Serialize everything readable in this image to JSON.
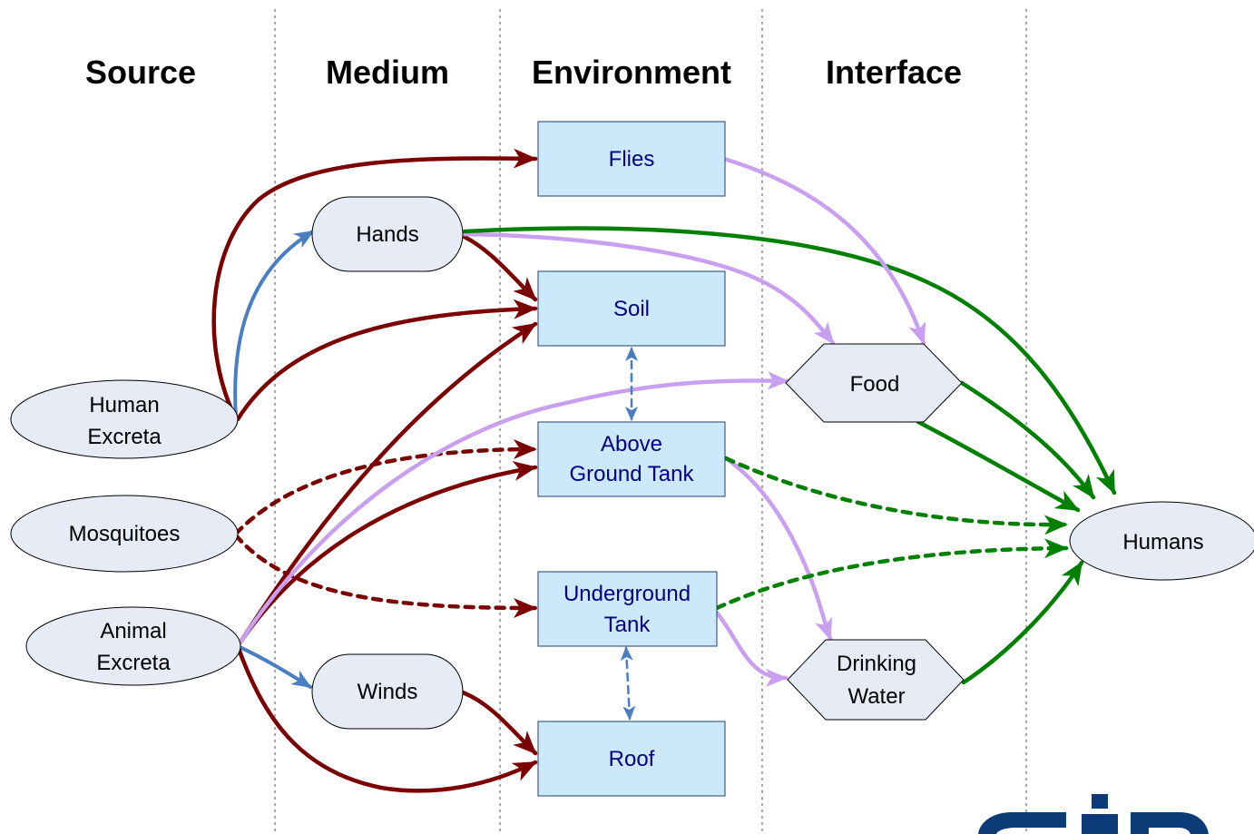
{
  "headers": {
    "source": "Source",
    "medium": "Medium",
    "environment": "Environment",
    "interface": "Interface"
  },
  "nodes": {
    "human_excreta": [
      "Human",
      "Excreta"
    ],
    "mosquitoes": [
      "Mosquitoes"
    ],
    "animal_excreta": [
      "Animal",
      "Excreta"
    ],
    "hands": [
      "Hands"
    ],
    "winds": [
      "Winds"
    ],
    "flies": [
      "Flies"
    ],
    "soil": [
      "Soil"
    ],
    "above_ground_tank": [
      "Above",
      "Ground Tank"
    ],
    "underground_tank": [
      "Underground",
      "Tank"
    ],
    "roof": [
      "Roof"
    ],
    "food": [
      "Food"
    ],
    "drinking_water": [
      "Drinking",
      "Water"
    ],
    "humans": [
      "Humans"
    ]
  },
  "colors": {
    "contamination": "#7b0000",
    "transfer": "#4a7ec2",
    "food_water": "#c9a0f0",
    "exposure": "#008000",
    "box_fill": "#cce8fb",
    "oval_fill": "#e6ebf6",
    "logo": "#0d3b78"
  },
  "edges": [
    {
      "from": "human_excreta",
      "to": "flies",
      "color": "contamination",
      "style": "solid"
    },
    {
      "from": "human_excreta",
      "to": "hands",
      "color": "transfer",
      "style": "solid"
    },
    {
      "from": "human_excreta",
      "to": "soil",
      "color": "contamination",
      "style": "solid"
    },
    {
      "from": "hands",
      "to": "soil",
      "color": "contamination",
      "style": "solid"
    },
    {
      "from": "hands",
      "to": "food",
      "color": "food_water",
      "style": "solid"
    },
    {
      "from": "hands",
      "to": "humans",
      "color": "exposure",
      "style": "solid"
    },
    {
      "from": "flies",
      "to": "food",
      "color": "food_water",
      "style": "solid"
    },
    {
      "from": "mosquitoes",
      "to": "above_ground_tank",
      "color": "contamination",
      "style": "dashed"
    },
    {
      "from": "mosquitoes",
      "to": "underground_tank",
      "color": "contamination",
      "style": "dashed"
    },
    {
      "from": "animal_excreta",
      "to": "soil",
      "color": "contamination",
      "style": "solid"
    },
    {
      "from": "animal_excreta",
      "to": "above_ground_tank",
      "color": "contamination",
      "style": "solid"
    },
    {
      "from": "animal_excreta",
      "to": "food",
      "color": "food_water",
      "style": "solid"
    },
    {
      "from": "animal_excreta",
      "to": "winds",
      "color": "transfer",
      "style": "solid"
    },
    {
      "from": "animal_excreta",
      "to": "roof",
      "color": "contamination",
      "style": "solid"
    },
    {
      "from": "winds",
      "to": "roof",
      "color": "contamination",
      "style": "solid"
    },
    {
      "from": "soil",
      "to": "above_ground_tank",
      "color": "transfer",
      "style": "dashed-bidirectional"
    },
    {
      "from": "underground_tank",
      "to": "roof",
      "color": "transfer",
      "style": "dashed-bidirectional"
    },
    {
      "from": "above_ground_tank",
      "to": "drinking_water",
      "color": "food_water",
      "style": "solid"
    },
    {
      "from": "above_ground_tank",
      "to": "humans",
      "color": "exposure",
      "style": "dashed"
    },
    {
      "from": "underground_tank",
      "to": "drinking_water",
      "color": "food_water",
      "style": "solid"
    },
    {
      "from": "underground_tank",
      "to": "humans",
      "color": "exposure",
      "style": "dashed"
    },
    {
      "from": "food",
      "to": "humans",
      "color": "exposure",
      "style": "solid"
    },
    {
      "from": "drinking_water",
      "to": "humans",
      "color": "exposure",
      "style": "solid"
    }
  ]
}
